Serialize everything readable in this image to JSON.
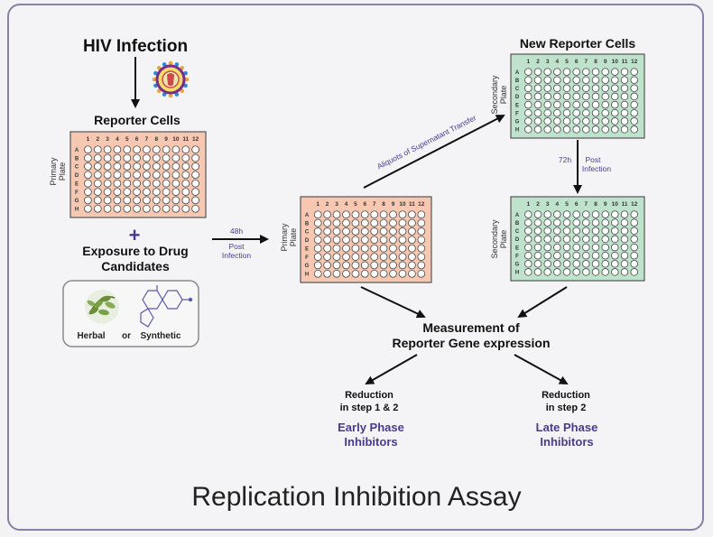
{
  "title": "Replication Inhibition Assay",
  "hiv_infection": "HIV Infection",
  "reporter_cells": "Reporter Cells",
  "new_reporter_cells": "New Reporter Cells",
  "plus_symbol": "+",
  "exposure_line1": "Exposure to Drug",
  "exposure_line2": "Candidates",
  "herbal": "Herbal",
  "or": "or",
  "synthetic": "Synthetic",
  "arrow_48h": [
    "48h",
    "Post",
    "Infection"
  ],
  "arrow_72h": [
    "72h",
    "Post",
    "Infection"
  ],
  "aliquots": "Aliquots of Supernatant Transfer",
  "primary_plate_label": [
    "Primary",
    "Plate"
  ],
  "secondary_plate_label": [
    "Secondary",
    "Plate"
  ],
  "measurement_line1": "Measurement of",
  "measurement_line2": "Reporter Gene expression",
  "reduction_left": [
    "Reduction",
    "in step 1 & 2"
  ],
  "reduction_right": [
    "Reduction",
    "in step 2"
  ],
  "early_phase": [
    "Early Phase",
    "Inhibitors"
  ],
  "late_phase": [
    "Late Phase",
    "Inhibitors"
  ],
  "plate_columns": [
    "1",
    "2",
    "3",
    "4",
    "5",
    "6",
    "7",
    "8",
    "9",
    "10",
    "11",
    "12"
  ],
  "plate_rows": [
    "A",
    "B",
    "C",
    "D",
    "E",
    "F",
    "G",
    "H"
  ],
  "colors": {
    "primary_plate": "#f6c8b2",
    "secondary_plate": "#bfe2cc",
    "well_fill": "#ffffff",
    "accent_purple": "#4b3a8c",
    "frame": "#8a7fa4"
  }
}
